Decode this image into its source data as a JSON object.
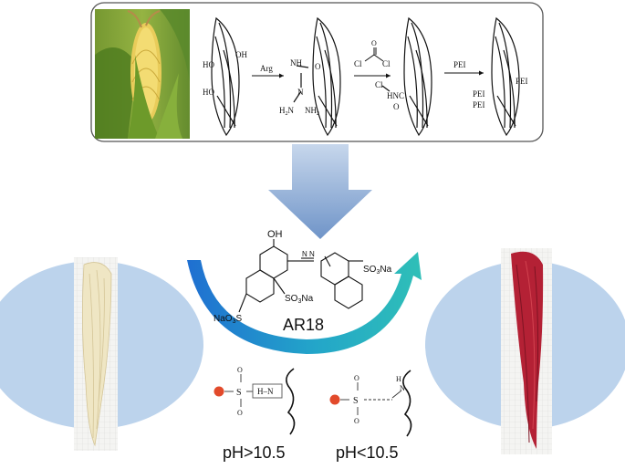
{
  "scheme": {
    "step_labels": {
      "arg": "Arg",
      "pei": "PEI"
    },
    "structure1": {
      "oh_top": "OH",
      "ho_mid": "HO",
      "ho_low": "HO"
    },
    "structure2": {
      "nh": "NH",
      "o_right": "O",
      "n": "N",
      "n2": "N",
      "h2n": "H",
      "h2n_sub": "2",
      "h2n_n": "N",
      "nh2": "NH",
      "nh2_sub": "2"
    },
    "reagent": {
      "cl_left": "Cl",
      "cl_right": "Cl",
      "o": "O"
    },
    "structure3": {
      "cl": "Cl",
      "hnc": "HNC",
      "o": "O"
    },
    "structure4": {
      "pei_a": "PEI",
      "pei_b": "PEI",
      "pei_c": "PEI"
    }
  },
  "dye": {
    "oh": "OH",
    "so3na_right": "SO",
    "so3na_right_sub": "3",
    "so3na_right_na": "Na",
    "so3na_mid": "SO",
    "so3na_mid_sub": "3",
    "so3na_mid_na": "Na",
    "nao3s": "NaO",
    "nao3s_sub": "3",
    "nao3s_s": "S",
    "name": "AR18"
  },
  "binding": {
    "left_s": "S",
    "left_o_top": "O",
    "left_o_bottom": "O",
    "left_hn": "H–N",
    "right_s": "S",
    "right_o_top": "O",
    "right_o_bottom": "O",
    "right_h": "H",
    "right_n": "N",
    "ph_high": "pH>10.5",
    "ph_low": "pH<10.5"
  },
  "colors": {
    "panel_border": "#555555",
    "arrow_blue": "#7fa2d0",
    "circle_fill": "#bcd3ec",
    "curved_arrow_start": "#1f6fd1",
    "curved_arrow_end": "#2fbfb7",
    "silk_raw": "#efe6c4",
    "silk_dyed": "#b42135",
    "dot_red": "#e24a2b"
  },
  "icons": [
    "corn-cob-photo",
    "corn-silk-raw-photo",
    "corn-silk-dyed-photo",
    "down-arrow",
    "curved-arrow"
  ]
}
